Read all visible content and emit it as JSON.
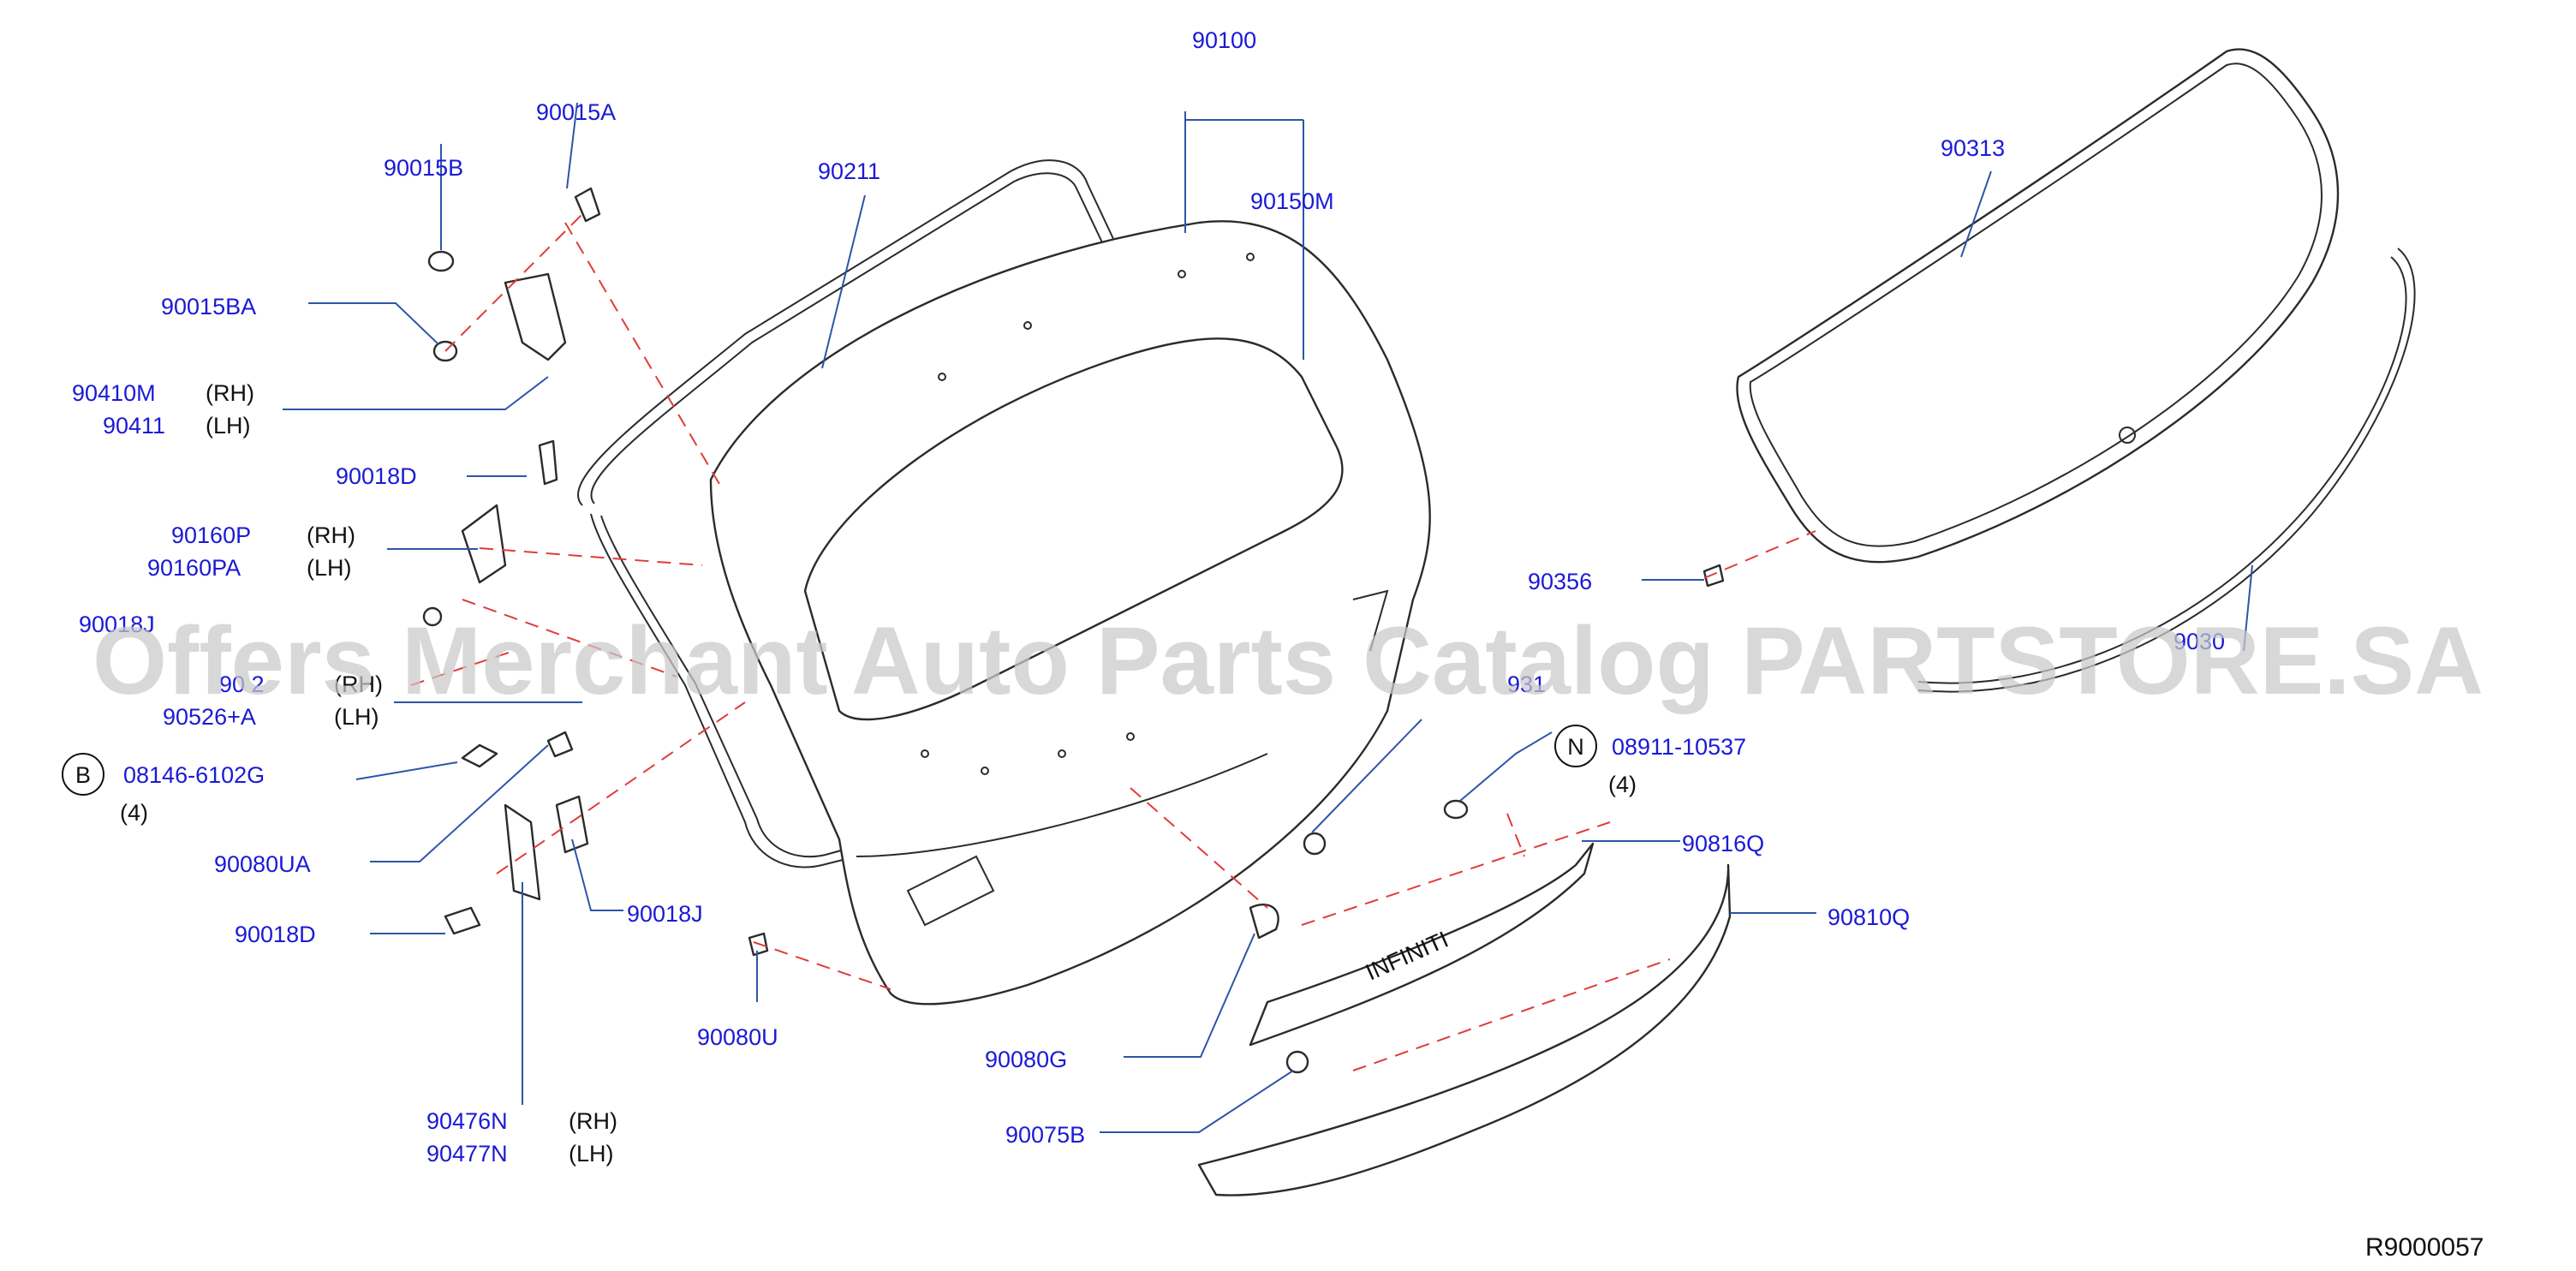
{
  "callouts": {
    "c90100": "90100",
    "c90015a": "90015A",
    "c90015b": "90015B",
    "c90211": "90211",
    "c90150m": "90150M",
    "c90313": "90313",
    "c90015ba": "90015BA",
    "c90410m": "90410M",
    "c90411": "90411",
    "c90018d_top": "90018D",
    "c90160p": "90160P",
    "c90160pa": "90160PA",
    "c90356": "90356",
    "c90018j_partial": "90018J",
    "c9030_partial": "9030",
    "c90526_partial": "90 2",
    "c90526a": "90526+A",
    "c08146": "08146-6102G",
    "c90080ua": "90080UA",
    "c90018j": "90018J",
    "c90018d_bottom": "90018D",
    "c90080u": "90080U",
    "c08911": "08911-10537",
    "c90816q": "90816Q",
    "c90810q": "90810Q",
    "c90080g": "90080G",
    "c90075b": "90075B",
    "c90476n": "90476N",
    "c90477n": "90477N",
    "c_partial_right": "931"
  },
  "sides": {
    "rh_90410m": "(RH)",
    "lh_90411": "(LH)",
    "rh_90160p": "(RH)",
    "lh_90160pa": "(LH)",
    "rh_90526": "(RH)",
    "lh_90526a": "(LH)",
    "rh_90476n": "(RH)",
    "lh_90477n": "(LH)"
  },
  "quantities": {
    "q08146": "(4)",
    "q08911": "(4)"
  },
  "circle_letters": {
    "b": "B",
    "n": "N"
  },
  "emblem_text": "INFINITI",
  "reference": "R9000057",
  "watermark": "Offers Merchant Auto Parts Catalog PARTSTORE.SA",
  "colors": {
    "callout_text": "#1a1ad6",
    "leader_line": "#2e55a8",
    "dashed_line": "#e23b3b",
    "outline": "#2b2b2b",
    "watermark": "#c9c9c9"
  }
}
